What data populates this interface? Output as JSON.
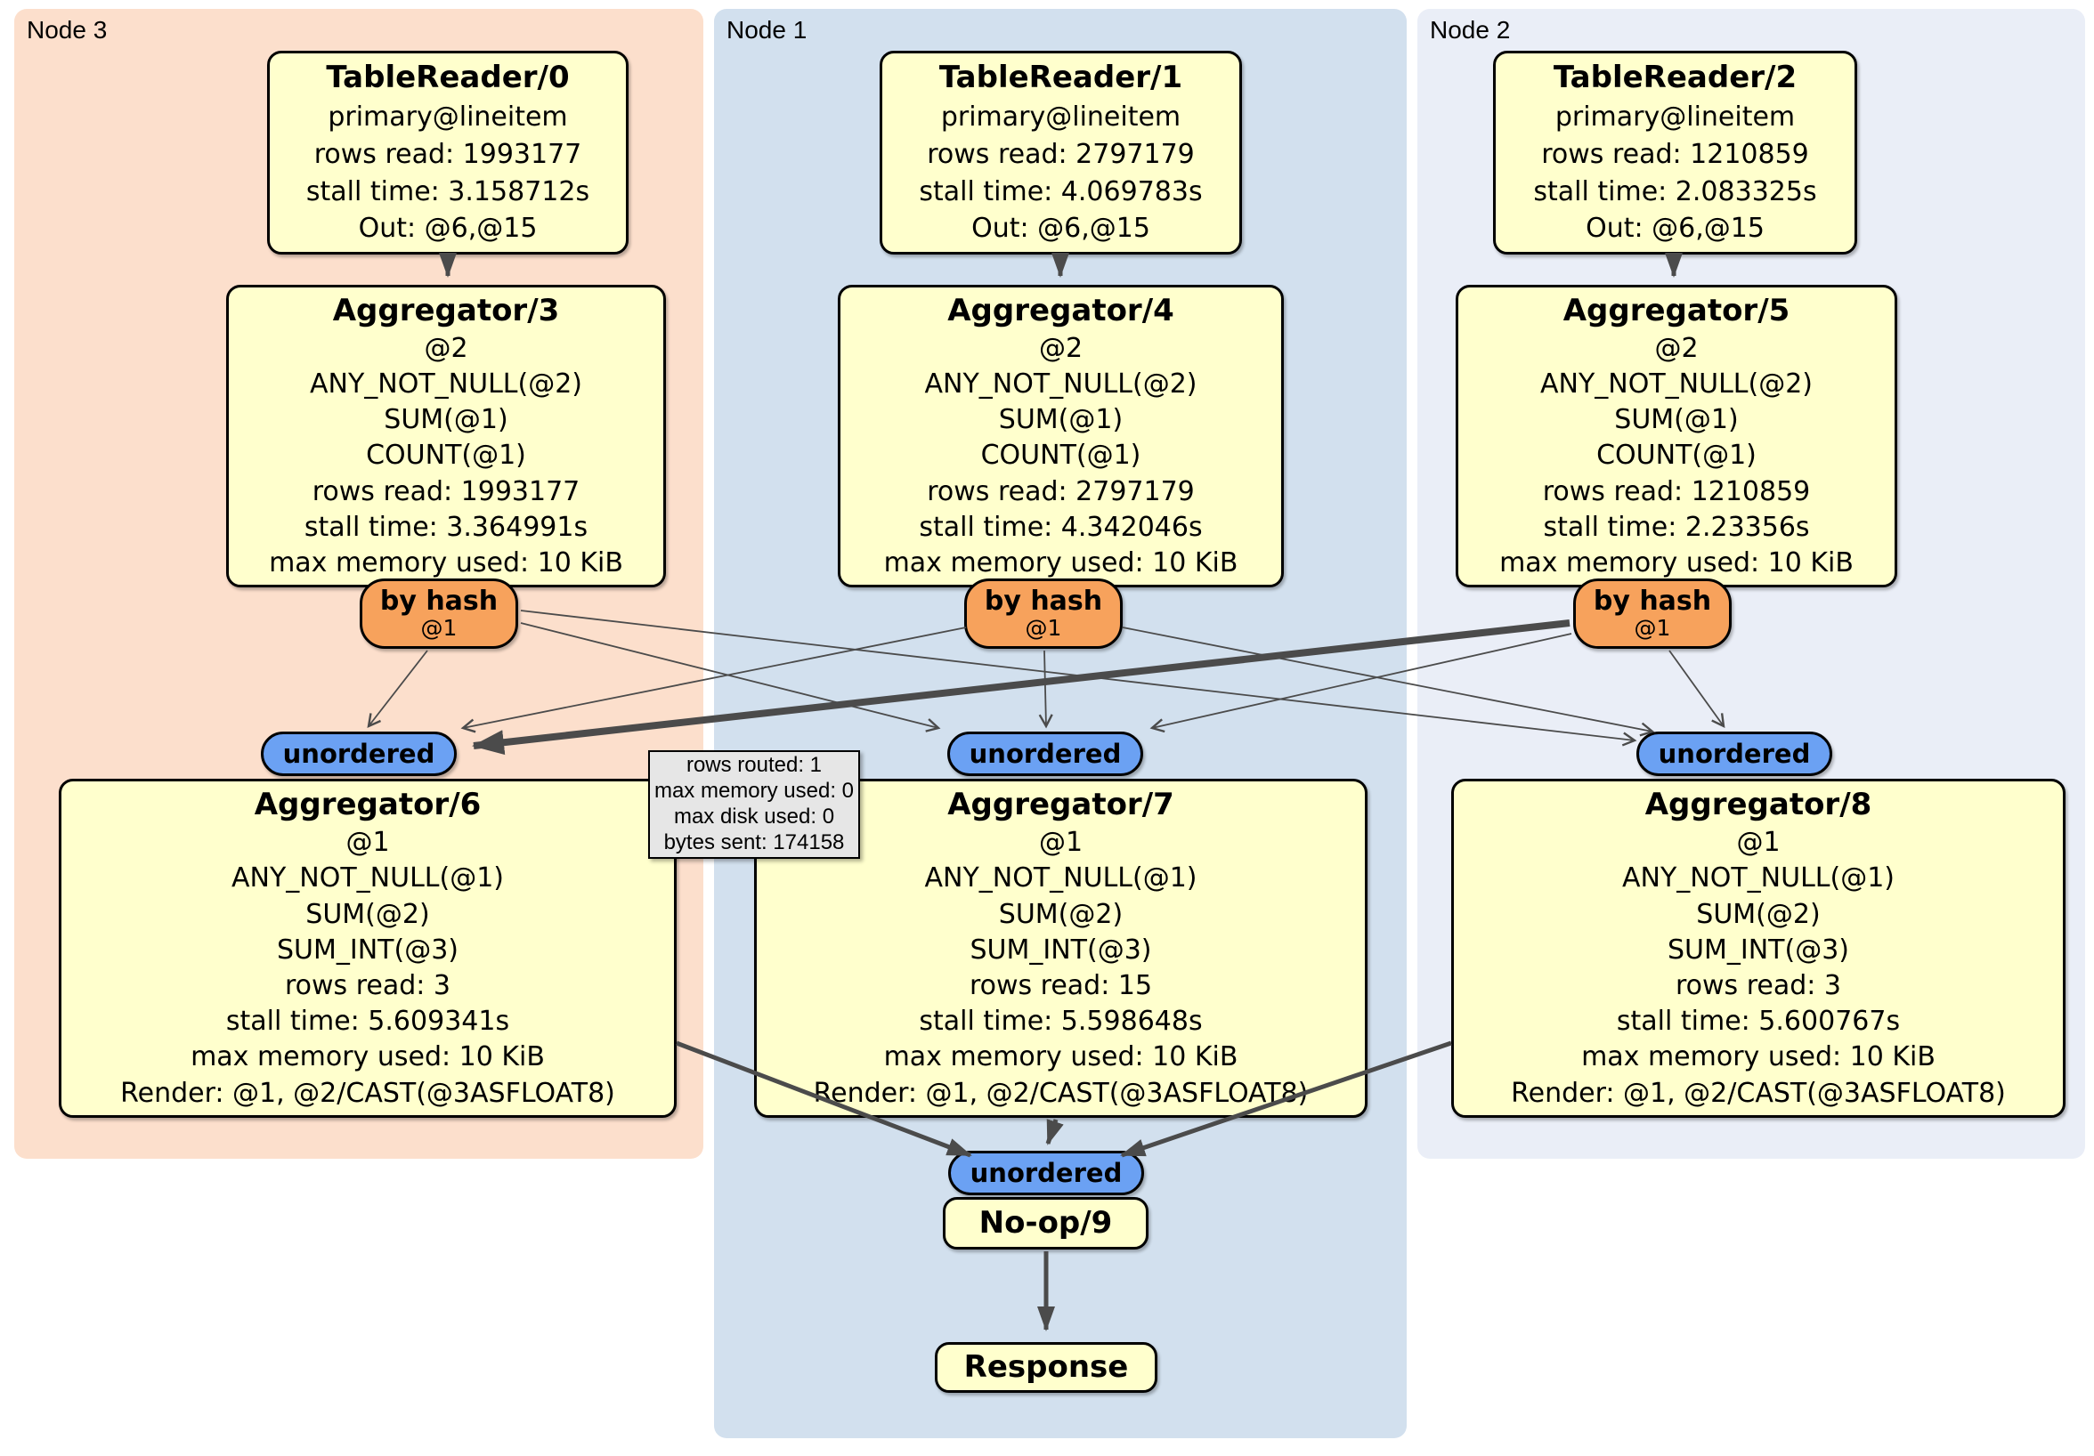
{
  "colors": {
    "panel_node3": "#fcdfcc",
    "panel_node1": "#d2e0ee",
    "panel_node2": "#eaeef7",
    "box_fill": "#ffffcd",
    "router_fill": "#f7a25c",
    "sync_fill": "#6ba1f3",
    "edge": "#4b4b4b",
    "tooltip_fill": "#e6e6e6"
  },
  "panels": {
    "node3": {
      "label": "Node 3"
    },
    "node1": {
      "label": "Node 1"
    },
    "node2": {
      "label": "Node 2"
    }
  },
  "boxes": {
    "tr0": {
      "title": "TableReader/0",
      "lines": [
        "primary@lineitem",
        "rows read: 1993177",
        "stall time: 3.158712s",
        "Out: @6,@15"
      ]
    },
    "tr1": {
      "title": "TableReader/1",
      "lines": [
        "primary@lineitem",
        "rows read: 2797179",
        "stall time: 4.069783s",
        "Out: @6,@15"
      ]
    },
    "tr2": {
      "title": "TableReader/2",
      "lines": [
        "primary@lineitem",
        "rows read: 1210859",
        "stall time: 2.083325s",
        "Out: @6,@15"
      ]
    },
    "agg3": {
      "title": "Aggregator/3",
      "lines": [
        "@2",
        "ANY_NOT_NULL(@2)",
        "SUM(@1)",
        "COUNT(@1)",
        "rows read: 1993177",
        "stall time: 3.364991s",
        "max memory used: 10 KiB"
      ]
    },
    "agg4": {
      "title": "Aggregator/4",
      "lines": [
        "@2",
        "ANY_NOT_NULL(@2)",
        "SUM(@1)",
        "COUNT(@1)",
        "rows read: 2797179",
        "stall time: 4.342046s",
        "max memory used: 10 KiB"
      ]
    },
    "agg5": {
      "title": "Aggregator/5",
      "lines": [
        "@2",
        "ANY_NOT_NULL(@2)",
        "SUM(@1)",
        "COUNT(@1)",
        "rows read: 1210859",
        "stall time: 2.23356s",
        "max memory used: 10 KiB"
      ]
    },
    "agg6": {
      "title": "Aggregator/6",
      "lines": [
        "@1",
        "ANY_NOT_NULL(@1)",
        "SUM(@2)",
        "SUM_INT(@3)",
        "rows read: 3",
        "stall time: 5.609341s",
        "max memory used: 10 KiB",
        "Render: @1, @2/CAST(@3ASFLOAT8)"
      ]
    },
    "agg7": {
      "title": "Aggregator/7",
      "lines": [
        "@1",
        "ANY_NOT_NULL(@1)",
        "SUM(@2)",
        "SUM_INT(@3)",
        "rows read: 15",
        "stall time: 5.598648s",
        "max memory used: 10 KiB",
        "Render: @1, @2/CAST(@3ASFLOAT8)"
      ]
    },
    "agg8": {
      "title": "Aggregator/8",
      "lines": [
        "@1",
        "ANY_NOT_NULL(@1)",
        "SUM(@2)",
        "SUM_INT(@3)",
        "rows read: 3",
        "stall time: 5.600767s",
        "max memory used: 10 KiB",
        "Render: @1, @2/CAST(@3ASFLOAT8)"
      ]
    },
    "noop": {
      "title": "No-op/9"
    },
    "response": {
      "title": "Response"
    }
  },
  "router": {
    "title": "by hash",
    "subtitle": "@1"
  },
  "sync": {
    "label": "unordered"
  },
  "tooltip": {
    "lines": [
      "rows routed: 1",
      "max memory used: 0",
      "max disk used: 0",
      "bytes sent: 174158"
    ]
  }
}
